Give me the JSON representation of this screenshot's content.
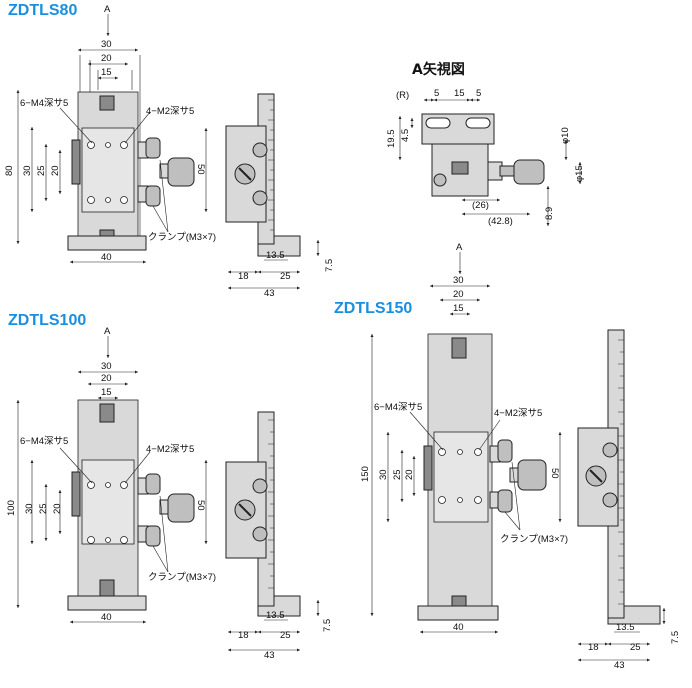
{
  "titles": {
    "zdtls80": "ZDTLS80",
    "zdtls100": "ZDTLS100",
    "zdtls150": "ZDTLS150",
    "view_a": "A矢視図"
  },
  "colors": {
    "title": "#1a8fe0",
    "body_fill": "#d9d9d9",
    "dark_fill": "#8a8a8a",
    "line": "#222222"
  },
  "labels": {
    "arrow_a": "A",
    "m4": "6−M4深サ5",
    "m2": "4−M2深サ5",
    "clamp": "クランプ(M3×7)",
    "r": "(R)",
    "phi10": "φ10",
    "phi15": "φ15",
    "p26": "(26)",
    "p42_8": "(42.8)"
  },
  "dims": {
    "top30": "30",
    "top20": "20",
    "top15": "15",
    "h80": "80",
    "h100": "100",
    "h150": "150",
    "v30": "30",
    "v25": "25",
    "v20": "20",
    "v50": "50",
    "w40": "40",
    "s18": "18",
    "s13_5": "13.5",
    "s25": "25",
    "s7_5": "7.5",
    "s43": "43",
    "a5": "5",
    "a15": "15",
    "a19_5": "19.5",
    "a4_5": "4.5",
    "a8_9": "8.9"
  }
}
